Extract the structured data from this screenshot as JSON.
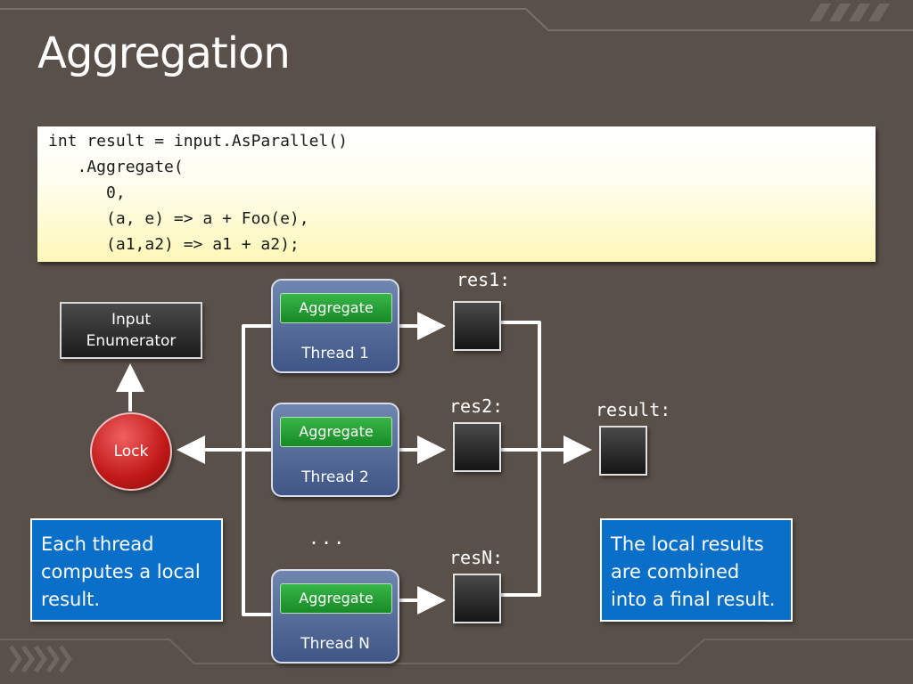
{
  "title": "Aggregation",
  "code_lines": [
    "int result = input.AsParallel()",
    "   .Aggregate(",
    "      0,",
    "      (a, e) => a + Foo(e),",
    "      (a1,a2) => a1 + a2);"
  ],
  "enumerator": {
    "line1": "Input",
    "line2": "Enumerator"
  },
  "lock_label": "Lock",
  "threads": [
    {
      "button": "Aggregate",
      "label": "Thread 1",
      "result_label": "res1:"
    },
    {
      "button": "Aggregate",
      "label": "Thread 2",
      "result_label": "res2:"
    },
    {
      "button": "Aggregate",
      "label": "Thread N",
      "result_label": "resN:"
    }
  ],
  "ellipsis": "...",
  "final_label": "result:",
  "callouts": {
    "left": {
      "lines": [
        "Each thread",
        "computes a local",
        "result."
      ]
    },
    "right": {
      "lines": [
        "The local results",
        "are combined",
        "into a final result."
      ]
    }
  },
  "colors": {
    "background": "#5a504a",
    "thread": "#4f6694",
    "aggregate_button": "#21a031",
    "lock": "#c81f1f",
    "callout": "#0a6fc8",
    "code_bg": "#fdf7b8"
  }
}
